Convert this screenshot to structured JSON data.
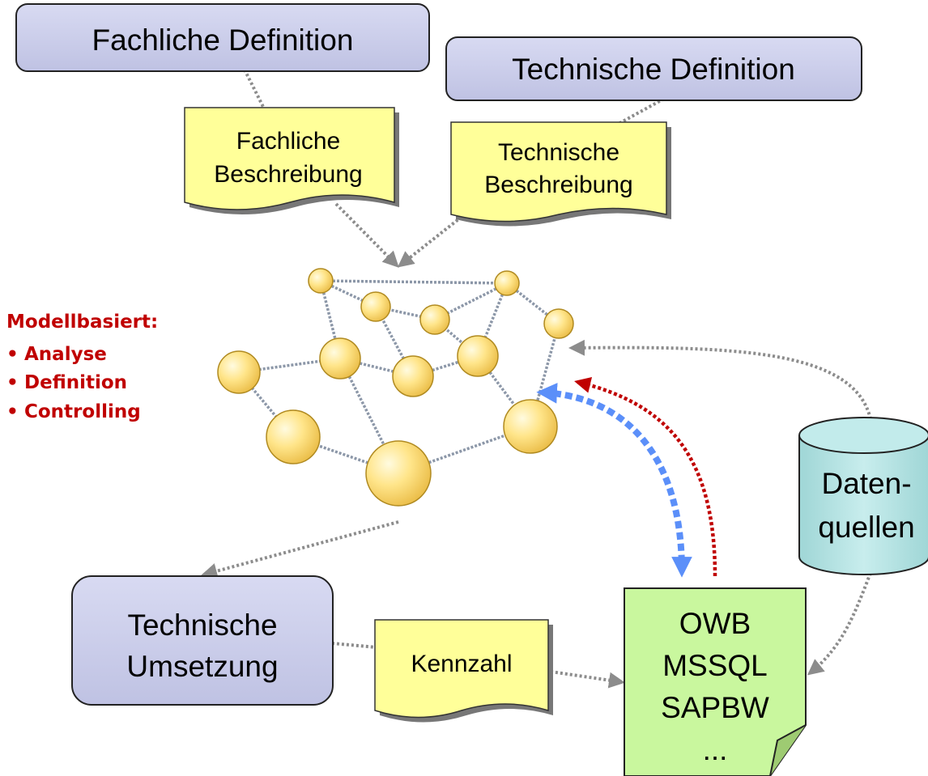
{
  "colors": {
    "box_fill": "#c9cbe8",
    "note_fill": "#ffff99",
    "tool_fill": "#ccff99",
    "db_fill": "#b6e3e3",
    "red_text": "#c00000",
    "blue_arrow": "#5b8ff9",
    "red_arrow": "#c00000",
    "gray_line": "#8c8c8c",
    "node_fill": "#ffd966"
  },
  "boxes": {
    "fachliche_definition": "Fachliche Definition",
    "technische_definition": "Technische Definition",
    "technische_umsetzung": [
      "Technische",
      "Umsetzung"
    ]
  },
  "notes": {
    "fachliche_beschreibung": [
      "Fachliche",
      "Beschreibung"
    ],
    "technische_beschreibung": [
      "Technische",
      "Beschreibung"
    ],
    "kennzahl": "Kennzahl"
  },
  "tools": [
    "OWB",
    "MSSQL",
    "SAPBW",
    "..."
  ],
  "datenquellen": [
    "Daten-",
    "quellen"
  ],
  "modellbasiert": {
    "heading": "Modellbasiert:",
    "items": [
      "Analyse",
      "Definition",
      "Controlling"
    ],
    "bullet": "•"
  }
}
